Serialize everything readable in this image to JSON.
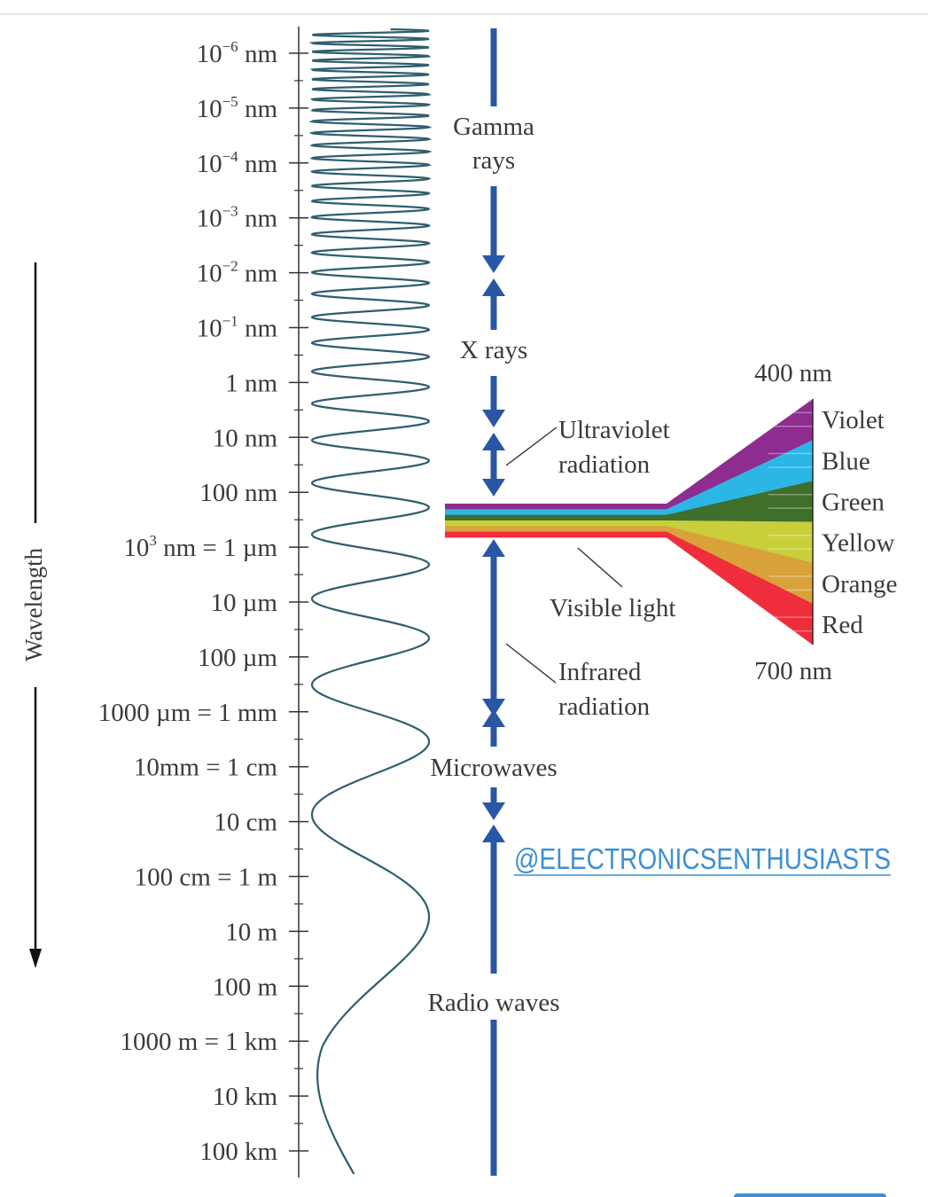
{
  "axis": {
    "title": "Wavelength",
    "ticks": [
      {
        "base": "10",
        "exp": "−6",
        "unit": " nm"
      },
      {
        "base": "10",
        "exp": "−5",
        "unit": " nm"
      },
      {
        "base": "10",
        "exp": "−4",
        "unit": " nm"
      },
      {
        "base": "10",
        "exp": "−3",
        "unit": " nm"
      },
      {
        "base": "10",
        "exp": "−2",
        "unit": " nm"
      },
      {
        "base": "10",
        "exp": "−1",
        "unit": " nm"
      },
      {
        "base": "1 nm",
        "exp": "",
        "unit": ""
      },
      {
        "base": "10 nm",
        "exp": "",
        "unit": ""
      },
      {
        "base": "100 nm",
        "exp": "",
        "unit": ""
      },
      {
        "base": "10",
        "exp": "3",
        "unit": " nm = 1 µm"
      },
      {
        "base": "10 µm",
        "exp": "",
        "unit": ""
      },
      {
        "base": "100 µm",
        "exp": "",
        "unit": ""
      },
      {
        "base": "1000 µm = 1 mm",
        "exp": "",
        "unit": ""
      },
      {
        "base": "10mm = 1 cm",
        "exp": "",
        "unit": ""
      },
      {
        "base": "10 cm",
        "exp": "",
        "unit": ""
      },
      {
        "base": "100 cm = 1 m",
        "exp": "",
        "unit": ""
      },
      {
        "base": "10 m",
        "exp": "",
        "unit": ""
      },
      {
        "base": "100 m",
        "exp": "",
        "unit": ""
      },
      {
        "base": "1000 m = 1 km",
        "exp": "",
        "unit": ""
      },
      {
        "base": "10 km",
        "exp": "",
        "unit": ""
      },
      {
        "base": "100 km",
        "exp": "",
        "unit": ""
      }
    ]
  },
  "regions": {
    "gamma_line1": "Gamma",
    "gamma_line2": "rays",
    "xrays": "X rays",
    "uv_line1": "Ultraviolet",
    "uv_line2": "radiation",
    "visible": "Visible light",
    "ir_line1": "Infrared",
    "ir_line2": "radiation",
    "microwaves": "Microwaves",
    "radio": "Radio waves"
  },
  "spectrum": {
    "top_label": "400 nm",
    "bottom_label": "700 nm",
    "colors": [
      {
        "name": "Violet",
        "hex": "#8e2d8f"
      },
      {
        "name": "Blue",
        "hex": "#2bb6e6"
      },
      {
        "name": "Green",
        "hex": "#3f6f2a"
      },
      {
        "name": "Yellow",
        "hex": "#c8cf3a"
      },
      {
        "name": "Orange",
        "hex": "#d9a23a"
      },
      {
        "name": "Red",
        "hex": "#f02d3c"
      }
    ]
  },
  "watermark": "@ELECTRONICSENTHUSIASTS",
  "colors": {
    "arrow_blue": "#2a57a5",
    "wave": "#2f5f6e",
    "text": "#3a3a3a",
    "handle": "#3d8fd6"
  }
}
